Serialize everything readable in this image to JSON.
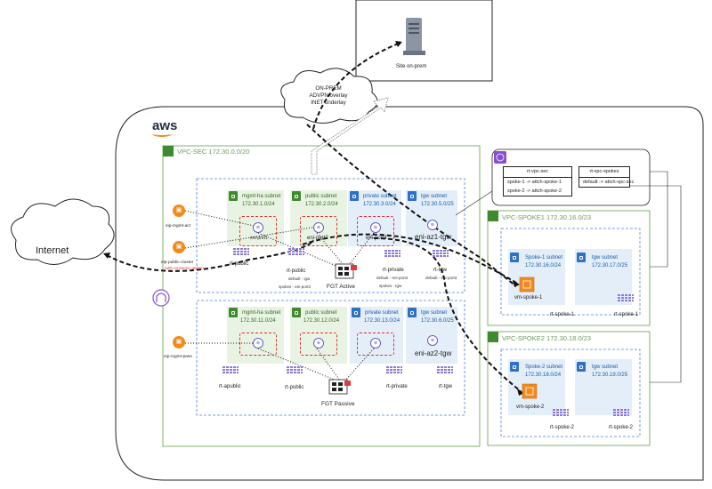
{
  "cloud_label": "aws",
  "on_prem": {
    "site_label": "Site on-prem",
    "cloud_lines": [
      "ON-PREM",
      "ADVPN overlay",
      "INET underlay"
    ]
  },
  "internet_label": "Internet",
  "vpc_sec": {
    "title": "VPC-SEC 172.30.0.0/20",
    "az1": {
      "subnets": [
        {
          "name": "mgmt-ha subnet",
          "cidr": "172.30.1.0/24",
          "color": "green"
        },
        {
          "name": "public subnet",
          "cidr": "172.30.2.0/24",
          "color": "green"
        },
        {
          "name": "private subnet",
          "cidr": "172.30.3.0/24",
          "color": "blue"
        },
        {
          "name": "tgw subnet",
          "cidr": "172.30.5.0/25",
          "color": "blue"
        }
      ],
      "enis": [
        "eni-port1",
        "eni-port2",
        "eni-port4"
      ],
      "tgw_eni": "eni-az1-tgw",
      "route_tables": [
        {
          "name": "rt-public",
          "routes": []
        },
        {
          "name": "rt-public",
          "routes": [
            "default - igw",
            "spokes - eni-port3"
          ]
        },
        {
          "name": "rt-private",
          "routes": [
            "default - eni-port4",
            "spokes - tgw"
          ]
        },
        {
          "name": "rt-tgw",
          "routes": [
            "default - eni-port3"
          ]
        }
      ],
      "fgt_label": "FGT Active"
    },
    "az2": {
      "subnets": [
        {
          "name": "mgmt-ha subnet",
          "cidr": "172.30.11.0/24",
          "color": "green"
        },
        {
          "name": "public subnet",
          "cidr": "172.30.12.0/24",
          "color": "green"
        },
        {
          "name": "private subnet",
          "cidr": "172.30.13.0/24",
          "color": "blue"
        },
        {
          "name": "tgw subnet",
          "cidr": "172.30.6.0/25",
          "color": "blue"
        }
      ],
      "tgw_eni": "eni-az2-tgw",
      "route_tables": [
        {
          "name": "rt-apublic"
        },
        {
          "name": "rt-public"
        },
        {
          "name": "rt-private"
        },
        {
          "name": "rt-tgw"
        }
      ],
      "fgt_label": "FGT Passive"
    },
    "eips": [
      {
        "label": "eip-mgmt-act"
      },
      {
        "label": "eip-public-cluster",
        "sublabel": "(with connector update)"
      },
      {
        "label": "eip-mgmt-pass"
      }
    ]
  },
  "tgw_route_tables": [
    {
      "name": "rt-vpc-sec",
      "rows": [
        "spoke-1 -> attch-spoke-1",
        "spoke-2 -> attch-spoke-2"
      ]
    },
    {
      "name": "rt-vpc-spokes",
      "rows": [
        "default -> attch-vpc-sec"
      ]
    }
  ],
  "spoke1": {
    "title": "VPC-SPOKE1 172.30.16.0/23",
    "subnets": [
      {
        "name": "Spoke-1 subnet",
        "cidr": "172.30.16.0/24"
      },
      {
        "name": "tgw subnet",
        "cidr": "172.30.17.0/25"
      }
    ],
    "vm": "vm-spoke-1",
    "route_tables": [
      "rt-spoke-1",
      "rt-spoke-1"
    ]
  },
  "spoke2": {
    "title": "VPC-SPOKE2 172.30.18.0/23",
    "subnets": [
      {
        "name": "Spoke-2 subnet",
        "cidr": "172.30.18.0/24"
      },
      {
        "name": "tgw subnet",
        "cidr": "172.30.19.0/25"
      }
    ],
    "vm": "vm-spoke-2",
    "route_tables": [
      "rt-spoke-2",
      "rt-spoke-2"
    ]
  },
  "colors": {
    "green_subnet_fill": "#e9f3e3",
    "blue_subnet_fill": "#e3eef9",
    "vpc_border": "#7fb36b",
    "az_border": "#4d7fd6",
    "eni_dash": "#dd3333",
    "eip_orange": "#f28a1e",
    "tgw_purple": "#8a4fcf"
  }
}
